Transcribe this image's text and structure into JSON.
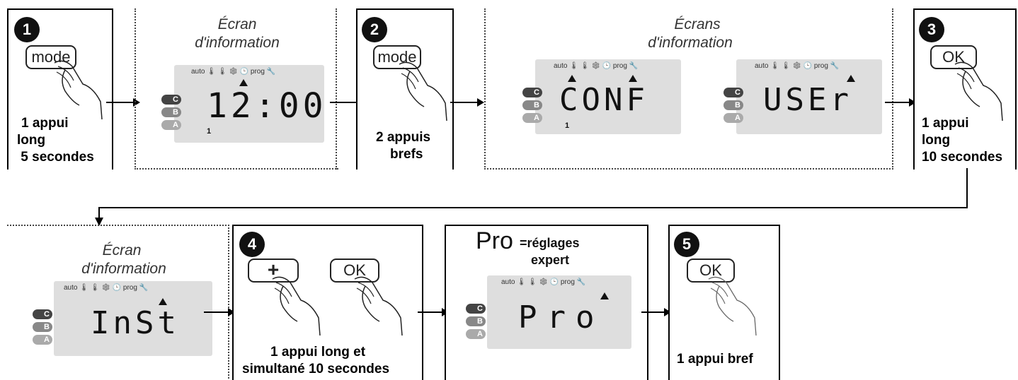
{
  "steps": {
    "s1": {
      "num": "1",
      "key": "mode",
      "caption": [
        "1 appui",
        "long",
        " 5 secondes"
      ]
    },
    "s2": {
      "num": "2",
      "key": "mode",
      "caption": [
        "2 appuis",
        "brefs"
      ]
    },
    "s3": {
      "num": "3",
      "key": "OK",
      "caption": [
        "1 appui",
        "long",
        "10 secondes"
      ]
    },
    "s4": {
      "num": "4",
      "key_plus": "+",
      "key_ok": "OK",
      "caption": [
        "1 appui long et",
        "simultané 10 secondes"
      ]
    },
    "s5": {
      "num": "5",
      "key": "OK",
      "caption": [
        "1 appui bref"
      ]
    },
    "pro": {
      "big": "Pro",
      "eq": "=réglages",
      "expert": "expert"
    }
  },
  "info_titles": {
    "t1": [
      "Écran",
      "d'information"
    ],
    "t2": [
      "Écrans",
      "d'information"
    ],
    "t3": [
      "Écran",
      "d'information"
    ]
  },
  "screens": {
    "icons": "auto 🌡 🌡 ❄ 🕒 prog 🔧",
    "pills": [
      "C",
      "B",
      "A"
    ],
    "clock": "12:00",
    "conf": "CONF",
    "user": "USEr",
    "inst": "InSt",
    "pro": "Pro",
    "one": "1"
  }
}
